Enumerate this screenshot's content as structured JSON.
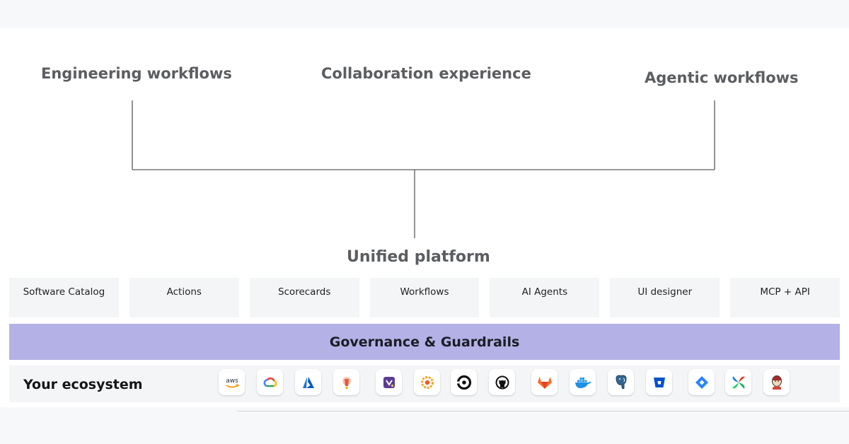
{
  "headings": {
    "engineering": "Engineering workflows",
    "collaboration": "Collaboration experience",
    "agentic": "Agentic workflows"
  },
  "platform": {
    "title": "Unified platform",
    "modules": [
      "Software Catalog",
      "Actions",
      "Scorecards",
      "Workflows",
      "AI Agents",
      "UI designer",
      "MCP + API"
    ]
  },
  "governance": {
    "label": "Governance & Guardrails"
  },
  "ecosystem": {
    "label": "Your ecosystem",
    "aws_text": "aws",
    "icons": [
      "aws-icon",
      "google-cloud-icon",
      "azure-icon",
      "pagerduty-icon",
      "jfrog-icon",
      "grafana-icon",
      "circleci-icon",
      "github-icon",
      "gitlab-icon",
      "docker-icon",
      "postgresql-icon",
      "bitbucket-icon",
      "jira-icon",
      "airflow-icon",
      "jenkins-icon"
    ]
  },
  "colors": {
    "governance_bg": "#b3b1e6",
    "module_bg": "#f4f5f7",
    "line": "#5a5a5a"
  }
}
